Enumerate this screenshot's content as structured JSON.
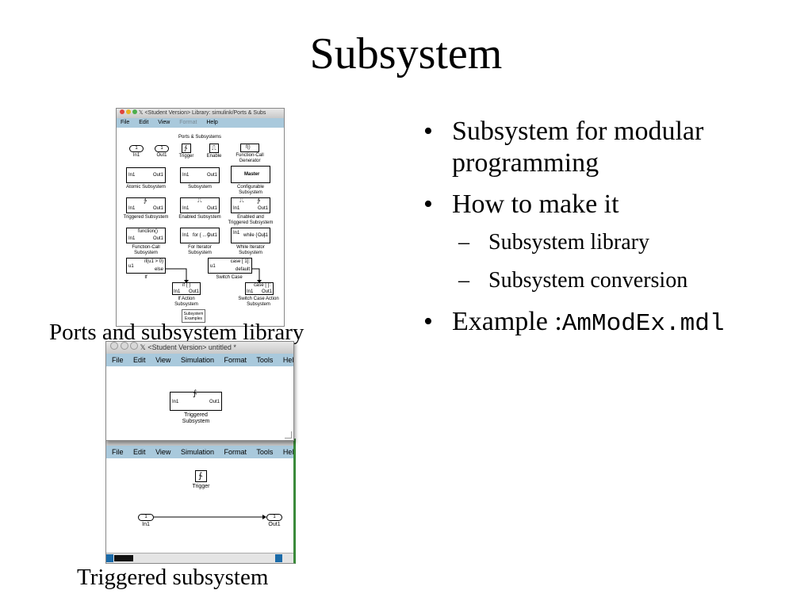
{
  "slide": {
    "title": "Subsystem",
    "bullets": {
      "b1": "Subsystem for modular programming",
      "b2": "How to make it",
      "b2_sub1": "Subsystem library",
      "b2_sub2": "Subsystem conversion",
      "b3_label": "Example :",
      "b3_code": "AmModEx.mdl"
    },
    "caption_library": "Ports and subsystem library",
    "caption_triggered": "Triggered subsystem"
  },
  "library_window": {
    "title": "<Student Version> Library: simulink/Ports & Subs",
    "menu": {
      "file": "File",
      "edit": "Edit",
      "view": "View",
      "format": "Format",
      "help": "Help"
    },
    "heading": "Ports & Subsystems",
    "ports": {
      "in1": "In1",
      "out1": "Out1",
      "trigger": "Trigger",
      "enable": "Enable",
      "fcg": "Function-Call Generator",
      "fcg_glyph": "f()"
    },
    "blocks": {
      "atomic": "Atomic Subsystem",
      "subsystem": "Subsystem",
      "configurable": "Configurable Subsystem",
      "master": "Master",
      "triggered": "Triggered Subsystem",
      "enabled": "Enabled Subsystem",
      "enabled_triggered": "Enabled and Triggered Subsystem",
      "function_call": "Function-Call Subsystem",
      "function_glyph": "function()",
      "for_iter": "For Iterator Subsystem",
      "for_glyph": "for { ... }",
      "while_iter": "While Iterator Subsystem",
      "while_glyph": "while { ... }",
      "if": "If",
      "if_cond": "if(u1 > 0)",
      "if_else": "else",
      "switch_case": "Switch Case",
      "case_cond": "case [ 1]:",
      "case_default": "default",
      "if_action": "If Action Subsystem",
      "if_action_glyph": "if { }",
      "switch_action": "Switch Case Action Subsystem",
      "switch_action_glyph": "case [ ]:",
      "examples": "Subsystem Examples",
      "port_in": "In1",
      "port_out": "Out1",
      "port_u1": "u1"
    }
  },
  "untitled_window": {
    "title": "<Student Version> untitled *",
    "menu": {
      "file": "File",
      "edit": "Edit",
      "view": "View",
      "simulation": "Simulation",
      "format": "Format",
      "tools": "Tools",
      "help": "Help"
    },
    "block_label": "Triggered Subsystem",
    "port_in": "In1",
    "port_out": "Out1"
  },
  "triggered_window": {
    "menu": {
      "file": "File",
      "edit": "Edit",
      "view": "View",
      "simulation": "Simulation",
      "format": "Format",
      "tools": "Tools",
      "help": "Help"
    },
    "trigger_label": "Trigger",
    "in_label": "In1",
    "out_label": "Out1",
    "in_num": "1",
    "out_num": "1"
  },
  "colors": {
    "menubar": "#a9c9dc",
    "accent_green": "#3a8a3a",
    "mac_red": "#e0443c",
    "mac_yellow": "#e6b422",
    "mac_green": "#4cae4c"
  }
}
